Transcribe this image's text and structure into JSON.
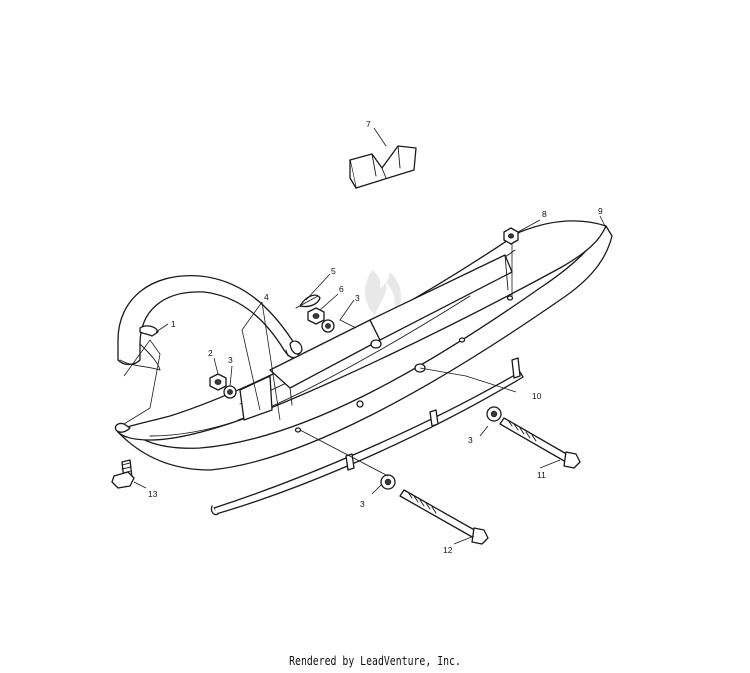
{
  "diagram": {
    "callouts": [
      {
        "id": "c1",
        "label": "1"
      },
      {
        "id": "c2",
        "label": "2"
      },
      {
        "id": "c3a",
        "label": "3"
      },
      {
        "id": "c3b",
        "label": "3"
      },
      {
        "id": "c3c",
        "label": "3"
      },
      {
        "id": "c3d",
        "label": "3"
      },
      {
        "id": "c4",
        "label": "4"
      },
      {
        "id": "c5",
        "label": "5"
      },
      {
        "id": "c6",
        "label": "6"
      },
      {
        "id": "c7",
        "label": "7"
      },
      {
        "id": "c8",
        "label": "8"
      },
      {
        "id": "c9",
        "label": "9"
      },
      {
        "id": "c10",
        "label": "10"
      },
      {
        "id": "c11",
        "label": "11"
      },
      {
        "id": "c12",
        "label": "12"
      },
      {
        "id": "c13",
        "label": "13"
      }
    ]
  },
  "footer": {
    "text": "Rendered by LeadVenture, Inc."
  }
}
